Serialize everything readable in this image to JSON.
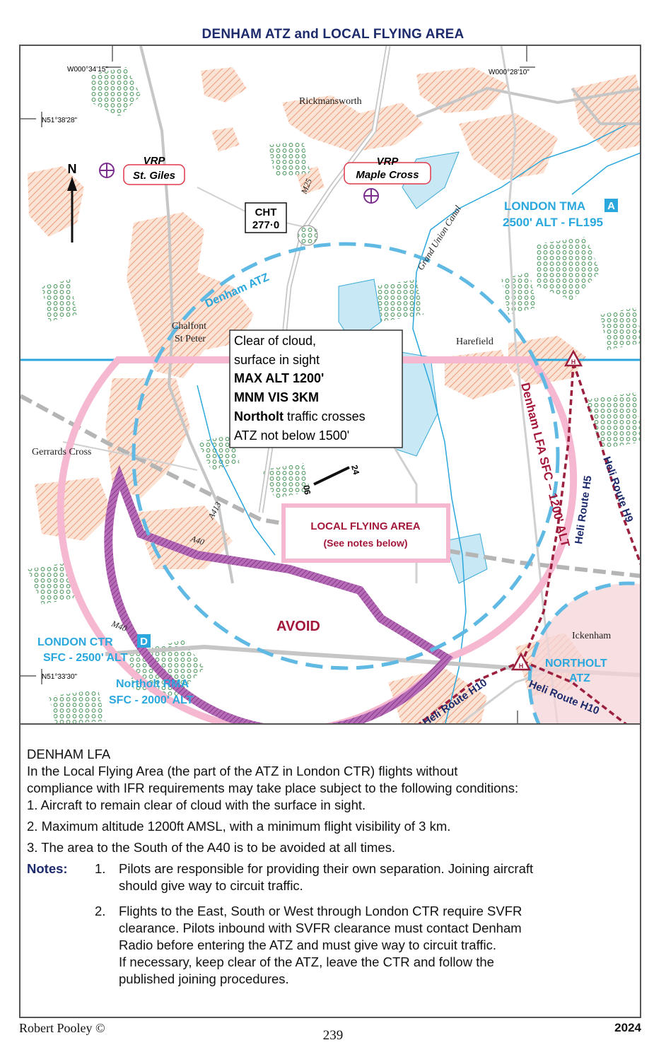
{
  "title": "DENHAM ATZ and LOCAL FLYING AREA",
  "map": {
    "coords": {
      "lon_west": "W000°34'15\"",
      "lon_east": "W000°28'10\"",
      "lat_north": "N51°38'28\"",
      "lat_south": "N51°33'30\""
    },
    "places": {
      "rickmansworth": "Rickmansworth",
      "chalfont_line1": "Chalfont",
      "chalfont_line2": "St Peter",
      "harefield": "Harefield",
      "gerrards_cross": "Gerrards Cross",
      "ickenham": "Ickenham"
    },
    "roads": {
      "m25": "M25",
      "a413": "A413",
      "a40": "A40",
      "m40": "M40",
      "canal": "Grand Union Canal"
    },
    "north_label": "N",
    "vrp_st_giles": {
      "line1": "VRP",
      "line2": "St. Giles"
    },
    "vrp_maple_cross": {
      "line1": "VRP",
      "line2": "Maple Cross"
    },
    "cht": {
      "line1": "CHT",
      "line2": "277·0"
    },
    "atz_label": "Denham ATZ",
    "london_tma": {
      "line1": "LONDON TMA",
      "badge": "A",
      "line2": "2500' ALT - FL195"
    },
    "info_box": {
      "line1": "Clear of cloud,",
      "line2": "surface in sight",
      "line3": "MAX ALT 1200'",
      "line4": "MNM VIS 3KM",
      "line5_bold": "Northolt",
      "line5_rest": " traffic crosses",
      "line6": "ATZ not below 1500'"
    },
    "runway": {
      "end_a": "24",
      "end_b": "06"
    },
    "lfa_box": {
      "line1": "LOCAL FLYING AREA",
      "line2": "(See notes below)"
    },
    "lfa_arc_label": "Denham LFA SFC – 1200' ALT",
    "avoid_label": "AVOID",
    "london_ctr": {
      "line1": "LONDON CTR",
      "badge": "D",
      "line2": "SFC - 2500' ALT"
    },
    "northolt_rma": {
      "line1": "Northolt RMA",
      "line2": "SFC - 2000' ALT"
    },
    "northolt_atz": {
      "line1": "NORTHOLT",
      "line2": "ATZ"
    },
    "heli": {
      "h_symbol": "H",
      "h5": "Heli Route H5",
      "h9": "Heli Route H9",
      "h10_a": "Heli Route H10",
      "h10_b": "Heli Route H10"
    },
    "colors": {
      "blue_airspace": "#2aa7dc",
      "pink_lfa": "#f5b8d0",
      "purple_avoid": "#9b3d9e",
      "heli_route": "#9c1f3e",
      "dark_blue_text": "#1d2a6b",
      "crimson_text": "#a3173a",
      "urban_hatch": "#f2a583",
      "woodland": "#59a86a"
    }
  },
  "notes": {
    "heading": "DENHAM LFA",
    "intro_line1": "In the Local Flying Area (the part of the ATZ in London CTR) flights without",
    "intro_line2": "compliance with IFR requirements may take place subject to the following conditions:",
    "cond1": "1. Aircraft to remain clear of cloud with the surface in sight.",
    "cond2": "2. Maximum altitude 1200ft AMSL, with a minimum flight visibility of 3 km.",
    "cond3": "3. The area to the South of the A40 is to be avoided at all times.",
    "notes_label": "Notes:",
    "n1_num": "1.",
    "n1_line1": "Pilots are responsible for providing their own separation. Joining aircraft",
    "n1_line2": "should give way to circuit traffic.",
    "n2_num": "2.",
    "n2_line1": "Flights to the East, South or West through London CTR require SVFR",
    "n2_line2": "clearance. Pilots inbound with SVFR clearance must contact Denham",
    "n2_line3": "Radio before entering the ATZ and must give way to circuit traffic.",
    "n2_line4": "If necessary, keep clear of the ATZ, leave the CTR and follow the",
    "n2_line5": "published joining procedures."
  },
  "footer": {
    "author": "Robert Pooley ©",
    "page": "239",
    "year": "2024"
  }
}
